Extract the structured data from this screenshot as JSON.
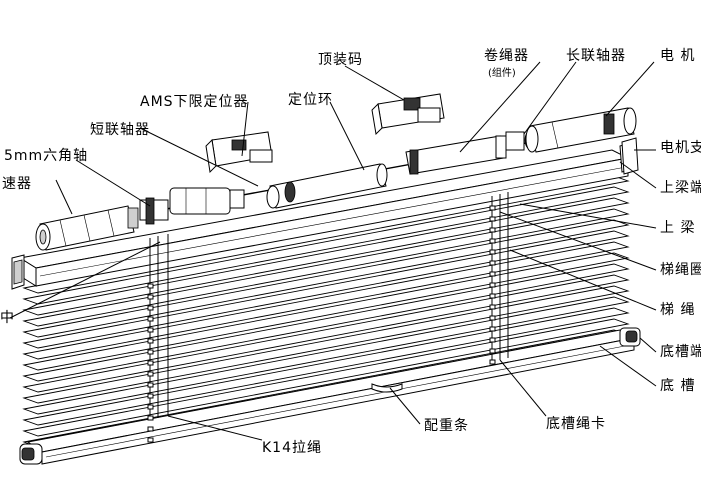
{
  "labels": {
    "top_bracket": "顶装码",
    "cord_winder": "卷绳器",
    "cord_winder_note": "(组件)",
    "long_shaft": "长联轴器",
    "motor": "电 机",
    "ams_limiter": "AMS下限定位器",
    "positioning_ring": "定位环",
    "short_shaft": "短联轴器",
    "hex_shaft": "5mm六角轴",
    "reducer": "速器",
    "motor_support": "电机支",
    "top_rail_end": "上梁端",
    "top_rail": "上 梁",
    "ladder_cord_ring": "梯绳圈",
    "ladder_cord": "梯 绳",
    "bottom_rail_end": "底槽端",
    "bottom_rail": "底 槽",
    "left_cut": "中",
    "weight_bar": "配重条",
    "bottom_cord_clip": "底槽绳卡",
    "lift_cord": "K14拉绳"
  }
}
